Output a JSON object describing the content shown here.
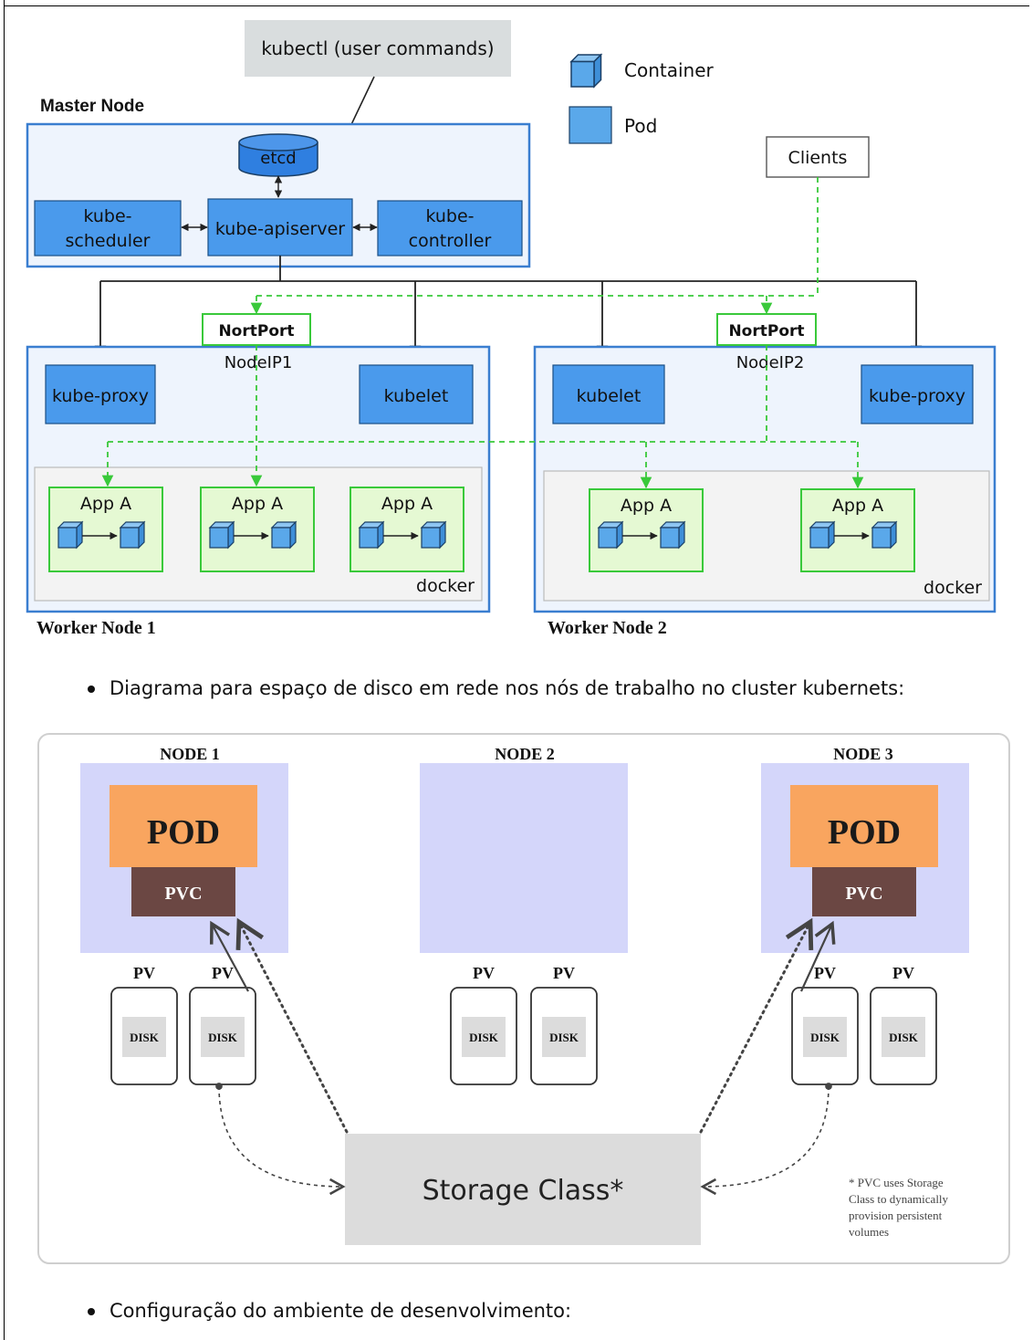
{
  "arch": {
    "kubectl": "kubectl (user commands)",
    "legend": {
      "container": "Container",
      "pod": "Pod"
    },
    "master": {
      "title": "Master Node",
      "etcd": "etcd",
      "scheduler": [
        "kube-",
        "scheduler"
      ],
      "apiserver": "kube-apiserver",
      "controller": [
        "kube-",
        "controller"
      ]
    },
    "clients": "Clients",
    "worker1": {
      "title": "Worker Node 1",
      "nodeport": "NortPort",
      "nodeip": "NodeIP1",
      "proxy": "kube-proxy",
      "kubelet": "kubelet",
      "apps": [
        "App A",
        "App A",
        "App A"
      ],
      "runtime": "docker"
    },
    "worker2": {
      "title": "Worker Node 2",
      "nodeport": "NortPort",
      "nodeip": "NodeIP2",
      "proxy": "kube-proxy",
      "kubelet": "kubelet",
      "apps": [
        "App A",
        "App A"
      ],
      "runtime": "docker"
    }
  },
  "bullets": {
    "storage": "Diagrama para espaço de disco em rede nos nós de trabalho no cluster kubernets:",
    "dev": "Configuração do ambiente de desenvolvimento:"
  },
  "storage": {
    "nodes": [
      "NODE 1",
      "NODE 2",
      "NODE 3"
    ],
    "pod": "POD",
    "pvc": "PVC",
    "pv": "PV",
    "disk": "DISK",
    "storage_class": "Storage Class*",
    "note": [
      "* PVC uses Storage",
      "Class to dynamically",
      "provision persistent",
      "volumes"
    ]
  }
}
